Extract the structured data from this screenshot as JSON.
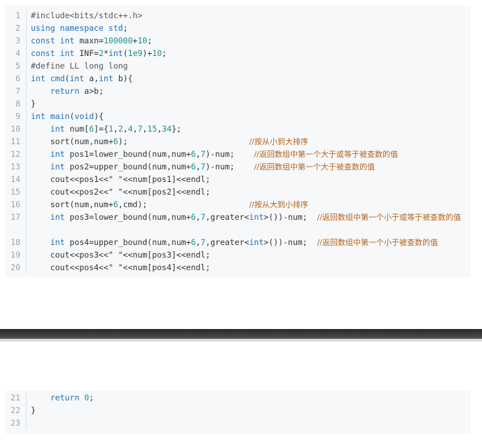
{
  "code_top": [
    {
      "n": "1",
      "html": "<span class=\"pp\">#include&lt;bits/stdc++.h&gt;</span>"
    },
    {
      "n": "2",
      "html": "<span class=\"kw\">using namespace</span> <span class=\"kw\">std</span>;"
    },
    {
      "n": "3",
      "html": "<span class=\"kw\">const int</span> maxn=<span class=\"num\">100000</span>+<span class=\"num\">10</span>;"
    },
    {
      "n": "4",
      "html": "<span class=\"kw\">const int</span> INF=<span class=\"num\">2</span>*<span class=\"kw\">int</span>(<span class=\"num\">1e9</span>)+<span class=\"num\">10</span>;"
    },
    {
      "n": "5",
      "html": "<span class=\"pp\">#define LL long long</span>"
    },
    {
      "n": "6",
      "html": "<span class=\"kw\">int</span> <span class=\"fn\">cmd</span>(<span class=\"kw\">int</span> a,<span class=\"kw\">int</span> b){"
    },
    {
      "n": "7",
      "html": "    <span class=\"kw\">return</span> a&gt;b;"
    },
    {
      "n": "8",
      "html": "}"
    },
    {
      "n": "9",
      "html": "<span class=\"kw\">int</span> <span class=\"fn\">main</span>(<span class=\"kw\">void</span>){"
    },
    {
      "n": "10",
      "html": "    <span class=\"kw\">int</span> num[<span class=\"num\">6</span>]={<span class=\"num\">1</span>,<span class=\"num\">2</span>,<span class=\"num\">4</span>,<span class=\"num\">7</span>,<span class=\"num\">15</span>,<span class=\"num\">34</span>};"
    },
    {
      "n": "11",
      "html": "    sort(num,num+<span class=\"num\">6</span>);                         <span class=\"cm\">//按从小到大排序</span>"
    },
    {
      "n": "12",
      "html": "    <span class=\"kw\">int</span> pos1=lower_bound(num,num+<span class=\"num\">6</span>,<span class=\"num\">7</span>)-num;    <span class=\"cm\">//返回数组中第一个大于或等于被查数的值</span>"
    },
    {
      "n": "13",
      "html": "    <span class=\"kw\">int</span> pos2=upper_bound(num,num+<span class=\"num\">6</span>,<span class=\"num\">7</span>)-num;    <span class=\"cm\">//返回数组中第一个大于被查数的值</span>"
    },
    {
      "n": "14",
      "html": "    cout&lt;&lt;pos1&lt;&lt;\" \"&lt;&lt;num[pos1]&lt;&lt;endl;"
    },
    {
      "n": "15",
      "html": "    cout&lt;&lt;pos2&lt;&lt;\" \"&lt;&lt;num[pos2]&lt;&lt;endl;"
    },
    {
      "n": "16",
      "html": "    sort(num,num+<span class=\"num\">6</span>,cmd);                     <span class=\"cm\">//按从大到小排序</span>"
    },
    {
      "n": "17",
      "wrap": true,
      "html": "    <span class=\"kw\">int</span> pos3=lower_bound(num,num+<span class=\"num\">6</span>,<span class=\"num\">7</span>,greater&lt;<span class=\"kw\">int</span>&gt;())-num;  <span class=\"cm\">//返回数组中第一个小于或等于被查数的值</span>"
    },
    {
      "n": "18",
      "html": "    <span class=\"kw\">int</span> pos4=upper_bound(num,num+<span class=\"num\">6</span>,<span class=\"num\">7</span>,greater&lt;<span class=\"kw\">int</span>&gt;())-num;  <span class=\"cm\">//返回数组中第一个小于被查数的值</span>"
    },
    {
      "n": "19",
      "html": "    cout&lt;&lt;pos3&lt;&lt;\" \"&lt;&lt;num[pos3]&lt;&lt;endl;"
    },
    {
      "n": "20",
      "html": "    cout&lt;&lt;pos4&lt;&lt;\" \"&lt;&lt;num[pos4]&lt;&lt;endl;"
    }
  ],
  "code_bottom": [
    {
      "n": "21",
      "html": "    <span class=\"kw\">return</span> <span class=\"num\">0</span>;"
    },
    {
      "n": "22",
      "html": "}"
    },
    {
      "n": "23",
      "html": ""
    }
  ],
  "colors": {
    "keyword": "#1f6fb5",
    "number": "#1a8f8f",
    "comment": "#b5651d",
    "background": "#f6f8fa"
  }
}
